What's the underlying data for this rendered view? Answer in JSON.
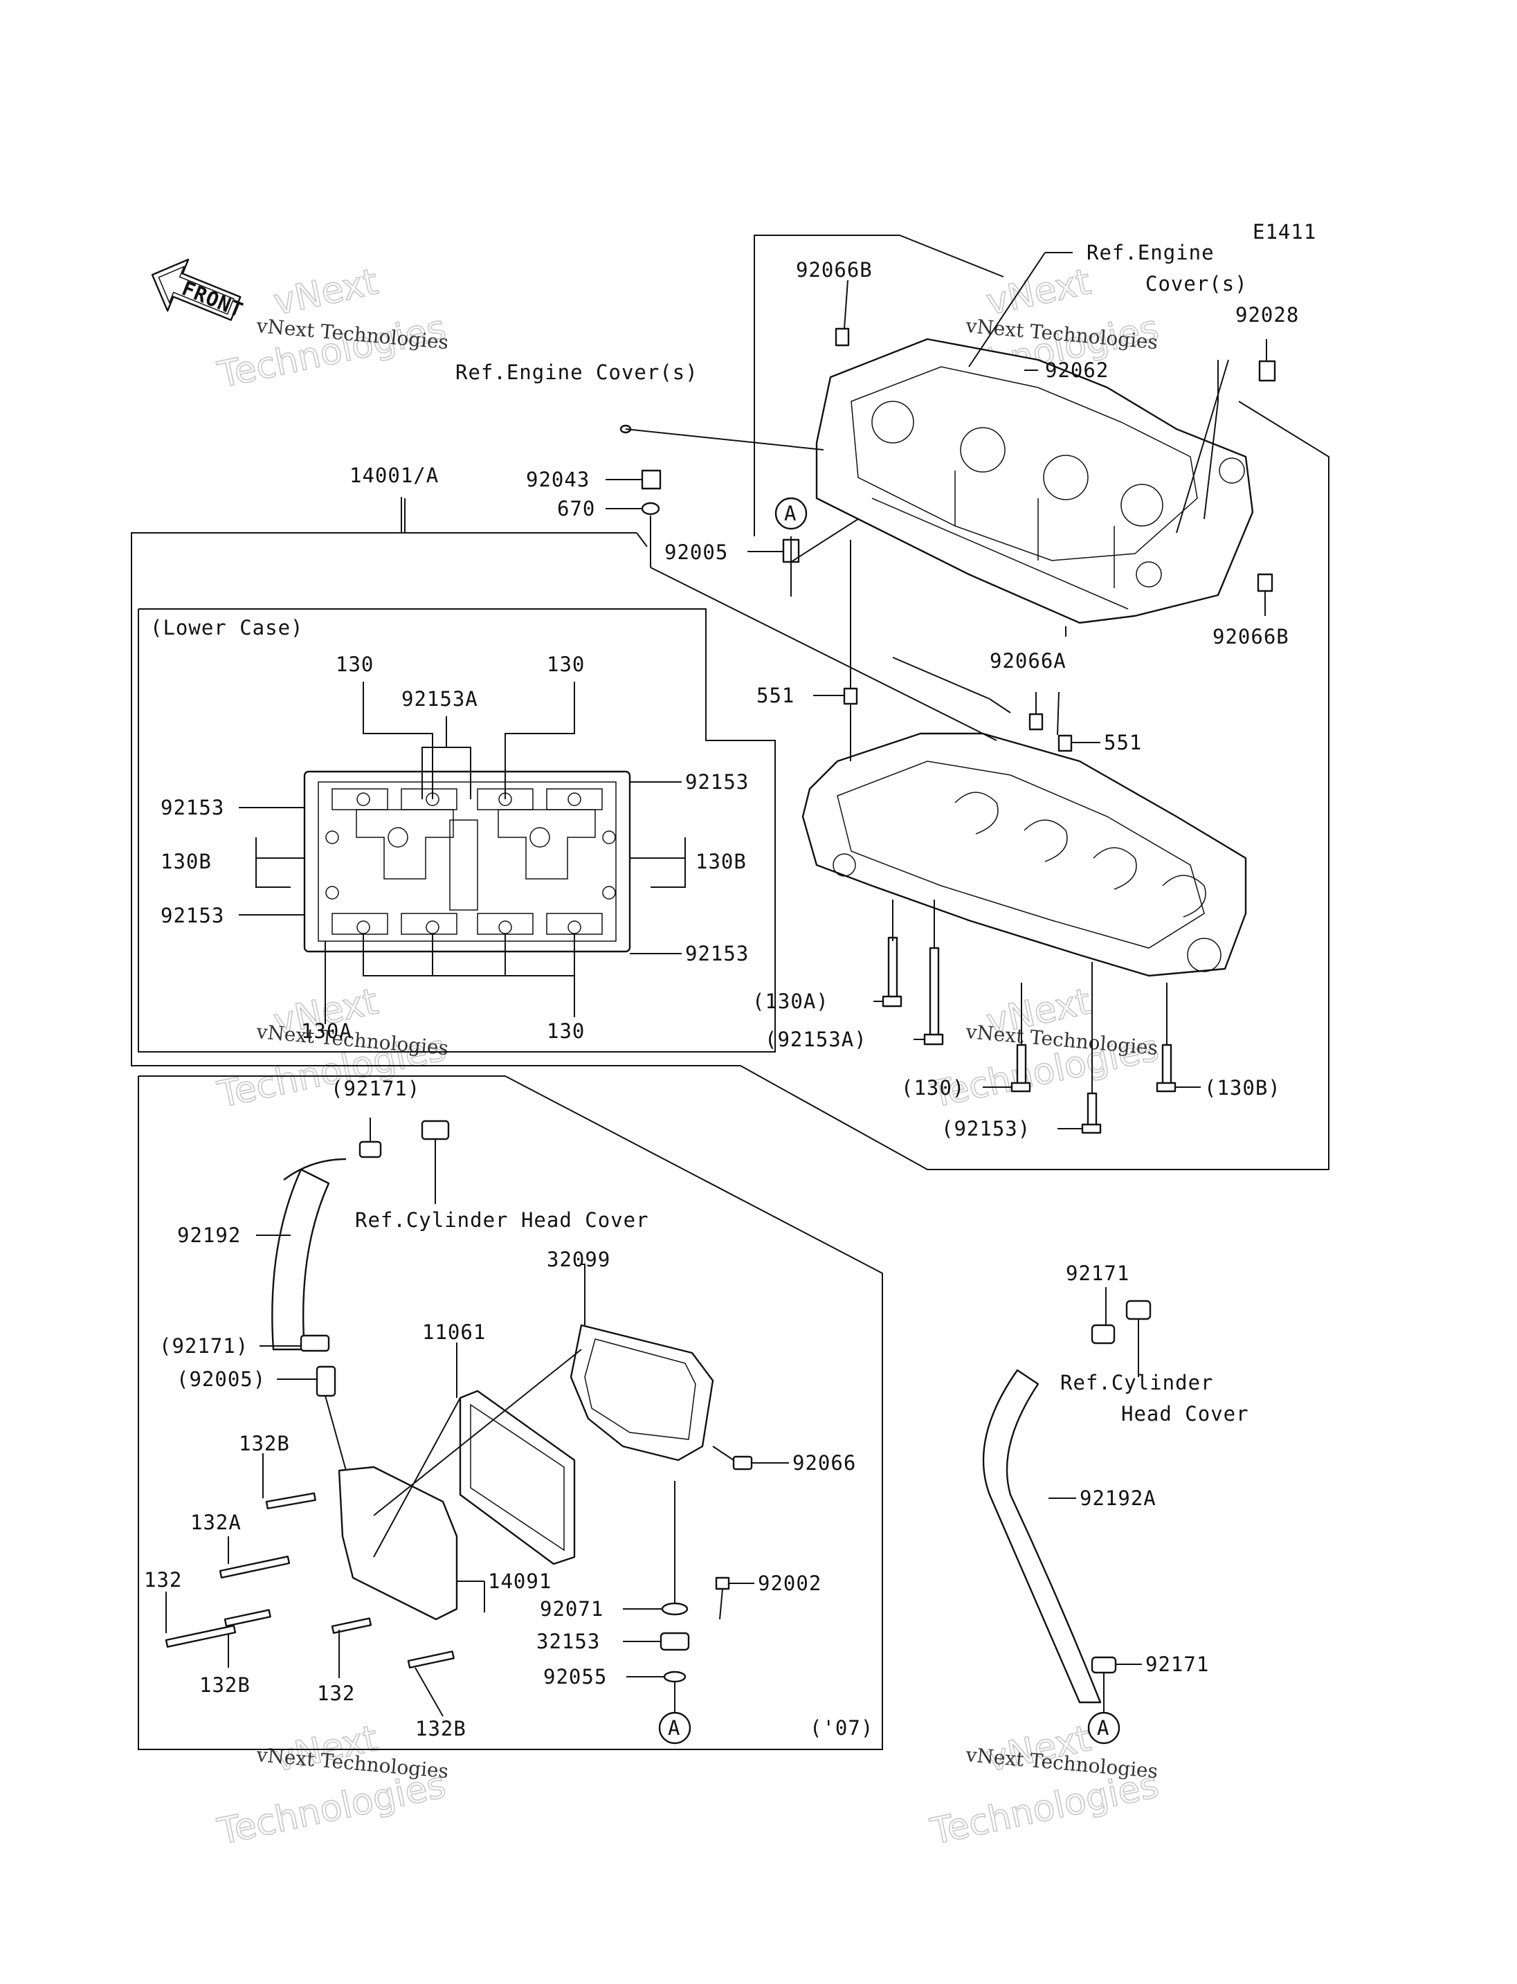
{
  "diagram_code": "E1411",
  "front_arrow_label": "FRONT",
  "watermark_line1": "vNext",
  "watermark_line2": "Technologies",
  "watermark_caption": "vNext Technologies",
  "labels": {
    "ref_engine_cover_top_1": "Ref.Engine",
    "ref_engine_cover_top_2": "Cover(s)",
    "ref_engine_cover_left": "Ref.Engine Cover(s)",
    "p92066B_top": "92066B",
    "p92028": "92028",
    "p92062": "92062",
    "p14001A": "14001/A",
    "p92043": "92043",
    "p670": "670",
    "p92005": "92005",
    "circle_a_top": "A",
    "p92066B_right": "92066B",
    "p92066A": "92066A",
    "p551_left": "551",
    "p551_right": "551",
    "lower_case": "(Lower Case)",
    "p130_tl": "130",
    "p130_tr": "130",
    "p92153A": "92153A",
    "p92153_l1": "92153",
    "p92153_r1": "92153",
    "p130B_l": "130B",
    "p130B_r": "130B",
    "p92153_l2": "92153",
    "p92153_r2": "92153",
    "p130A_inner": "130A",
    "p130_b": "130",
    "p130A_paren": "(130A)",
    "p92153A_paren": "(92153A)",
    "p130_paren": "(130)",
    "p130B_paren": "(130B)",
    "p92153_paren": "(92153)",
    "p92171_paren_top": "(92171)",
    "ref_cyl_head_left": "Ref.Cylinder Head Cover",
    "p92192": "92192",
    "p32099": "32099",
    "p11061": "11061",
    "p92171_paren_mid": "(92171)",
    "p92005_paren": "(92005)",
    "p92066": "92066",
    "p132B_1": "132B",
    "p132A": "132A",
    "p14091": "14091",
    "p132_l": "132",
    "p92002": "92002",
    "p92071": "92071",
    "p32153": "32153",
    "p132B_2": "132B",
    "p132_b": "132",
    "p92055": "92055",
    "p132B_3": "132B",
    "circle_a_bottom": "A",
    "year_07": "('07)",
    "p92171_r1": "92171",
    "ref_cyl_head_right_1": "Ref.Cylinder",
    "ref_cyl_head_right_2": "Head Cover",
    "p92192A": "92192A",
    "p92171_r2": "92171",
    "circle_a_right": "A"
  }
}
